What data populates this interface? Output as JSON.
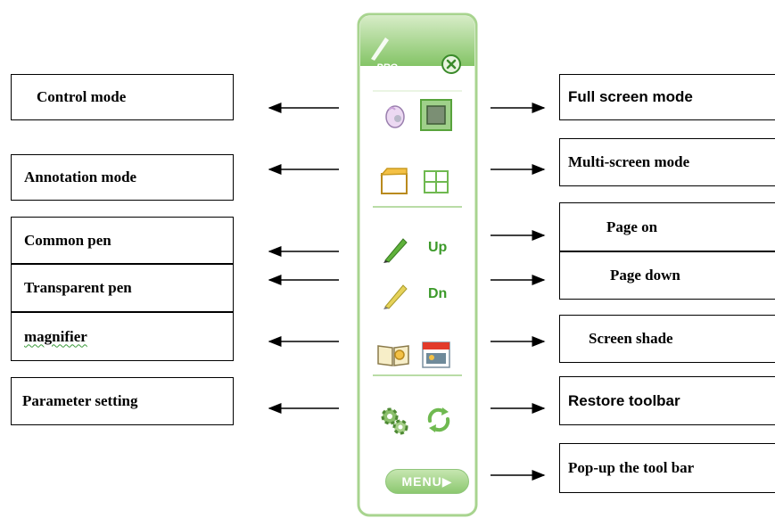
{
  "toolbar": {
    "logo_text": "PRO",
    "up_label": "Up",
    "down_label": "Dn",
    "menu_label": "MENU▶"
  },
  "left_labels": [
    {
      "key": "control_mode",
      "text": "Control mode"
    },
    {
      "key": "annotation_mode",
      "text": "Annotation mode"
    },
    {
      "key": "common_pen",
      "text": "Common pen"
    },
    {
      "key": "transparent_pen",
      "text": "Transparent pen"
    },
    {
      "key": "magnifier",
      "text": "magnifier"
    },
    {
      "key": "parameter_setting",
      "text": "Parameter setting"
    }
  ],
  "right_labels": [
    {
      "key": "full_screen_mode",
      "text": "Full screen mode"
    },
    {
      "key": "multi_screen_mode",
      "text": "Multi-screen mode"
    },
    {
      "key": "page_on",
      "text": "Page on"
    },
    {
      "key": "page_down",
      "text": "Page down"
    },
    {
      "key": "screen_shade",
      "text": "Screen shade"
    },
    {
      "key": "restore_toolbar",
      "text": "Restore toolbar"
    },
    {
      "key": "popup_toolbar",
      "text": "Pop-up the tool bar"
    }
  ],
  "colors": {
    "toolbar_green": "#7fc160",
    "toolbar_border": "#a8d48f",
    "text_green": "#3c9a2a"
  }
}
